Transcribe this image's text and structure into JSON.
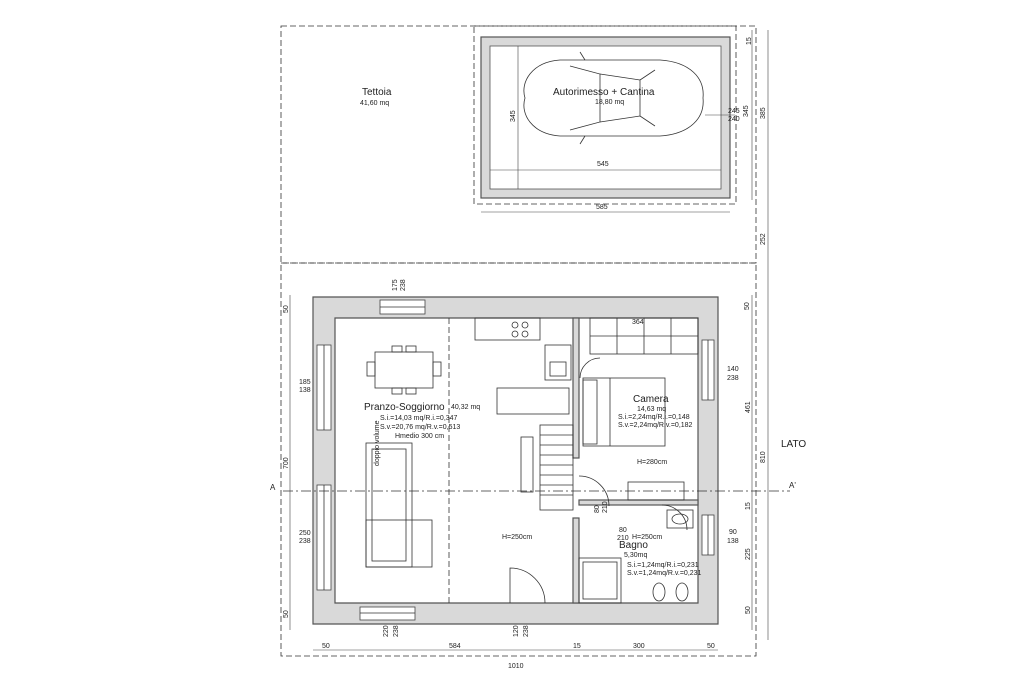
{
  "tettoia": {
    "name": "Tettoia",
    "area": "41,60 mq"
  },
  "garage": {
    "name": "Autorimesso + Cantina",
    "area": "18,80 mq"
  },
  "pranzo": {
    "name": "Pranzo-Soggiorno",
    "area": "40,32 mq",
    "si": "S.i.=14,03 mq/R.i.=0,347",
    "sv": "S.v.=20,76 mq/R.v.=0,513",
    "height": "Hmedio 300 cm",
    "doppio": "doppio volume"
  },
  "camera": {
    "name": "Camera",
    "area": "14,63 mq",
    "si": "S.i.=2,24mq/R.i.=0,148",
    "sv": "S.v.=2,24mq/R.v.=0,182",
    "height": "H=280cm"
  },
  "bagno": {
    "name": "Bagno",
    "area": "5,30mq",
    "si": "S.i.=1,24mq/R.i.=0,231",
    "sv": "S.v.=1,24mq/R.v.=0,231",
    "height": "H=250cm"
  },
  "hall": {
    "height": "H=250cm"
  },
  "lato": "LATO",
  "section": {
    "a": "A",
    "a2": "A'"
  },
  "dims": {
    "d345": "345",
    "d545": "545",
    "d585": "585",
    "d385": "385",
    "d245": "245",
    "d240": "240",
    "d345b": "345",
    "d15a": "15",
    "d15b": "15",
    "d252": "252",
    "d810": "810",
    "d461": "461",
    "d225": "225",
    "d50a": "50",
    "d50b": "50",
    "d50c": "50",
    "d50d": "50",
    "d50e": "50",
    "d700": "700",
    "d584": "584",
    "d300": "300",
    "d1010": "1010",
    "w175": "175",
    "w238": "238",
    "w185": "185",
    "w138": "138",
    "w250": "250",
    "w238b": "238",
    "w220": "220",
    "w238c": "238",
    "w120": "120",
    "w238d": "238",
    "w140": "140",
    "w238e": "238",
    "w90": "90",
    "w138b": "138",
    "w80": "80",
    "w210": "210",
    "w80b": "80",
    "w210b": "210",
    "w364": "364"
  }
}
